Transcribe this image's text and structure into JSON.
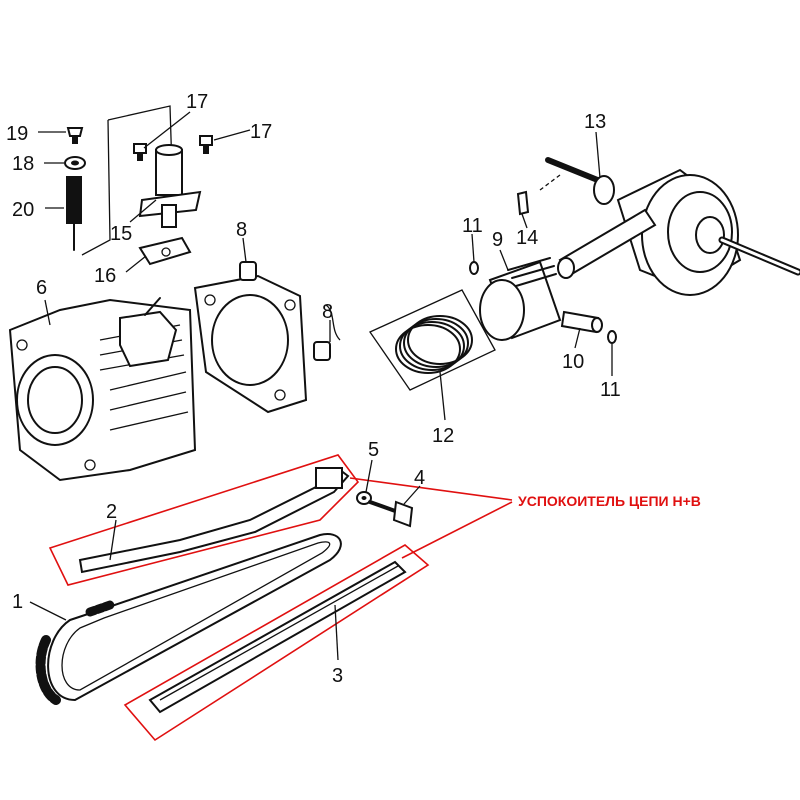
{
  "annotation": {
    "text": "УСПОКОИТЕЛЬ ЦЕПИ Н+В",
    "color": "#e01010"
  },
  "callouts": {
    "c1": "1",
    "c2": "2",
    "c3": "3",
    "c4": "4",
    "c5": "5",
    "c6": "6",
    "c8a": "8",
    "c8b": "8",
    "c9": "9",
    "c10": "10",
    "c11a": "11",
    "c11b": "11",
    "c12": "12",
    "c13": "13",
    "c14": "14",
    "c15": "15",
    "c16": "16",
    "c17a": "17",
    "c17b": "17",
    "c18": "18",
    "c19": "19",
    "c20": "20"
  }
}
